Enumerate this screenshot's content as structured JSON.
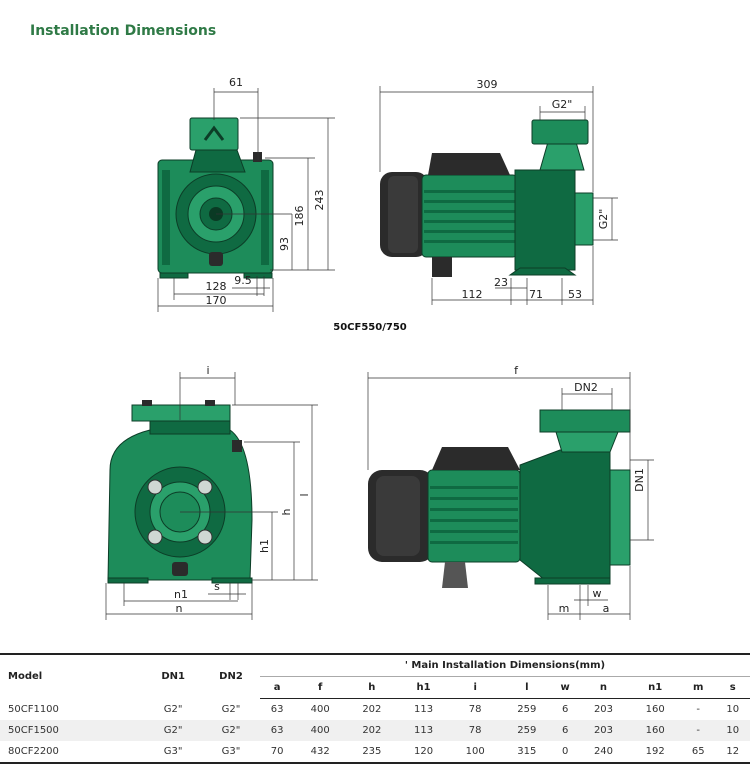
{
  "title": "Installation Dimensions",
  "caption_top": "50CF550/750",
  "dims_top": {
    "front_61": "61",
    "front_243": "243",
    "front_186": "186",
    "front_93": "93",
    "front_9_5": "9.5",
    "front_128": "128",
    "front_170": "170",
    "side_309": "309",
    "side_g2_top": "G2\"",
    "side_g2_right": "G2\"",
    "side_23": "23",
    "side_112": "112",
    "side_71": "71",
    "side_53": "53"
  },
  "dims_bottom": {
    "front_i": "i",
    "front_h": "h",
    "front_l": "l",
    "front_h1": "h1",
    "front_s": "s",
    "front_n1": "n1",
    "front_n": "n",
    "side_f": "f",
    "side_dn2": "DN2",
    "side_dn1": "DN1",
    "side_w": "w",
    "side_m": "m",
    "side_a": "a"
  },
  "table": {
    "col_model": "Model",
    "col_dn1": "DN1",
    "col_dn2": "DN2",
    "group_header": "' Main Installation Dimensions(mm)",
    "sub_headers": [
      "a",
      "f",
      "h",
      "h1",
      "i",
      "l",
      "w",
      "n",
      "n1",
      "m",
      "s"
    ],
    "rows": [
      {
        "model": "50CF1100",
        "dn1": "G2\"",
        "dn2": "G2\"",
        "vals": [
          "63",
          "400",
          "202",
          "113",
          "78",
          "259",
          "6",
          "203",
          "160",
          "-",
          "10"
        ]
      },
      {
        "model": "50CF1500",
        "dn1": "G2\"",
        "dn2": "G2\"",
        "vals": [
          "63",
          "400",
          "202",
          "113",
          "78",
          "259",
          "6",
          "203",
          "160",
          "-",
          "10"
        ]
      },
      {
        "model": "80CF2200",
        "dn1": "G3\"",
        "dn2": "G3\"",
        "vals": [
          "70",
          "432",
          "235",
          "120",
          "100",
          "315",
          "0",
          "240",
          "192",
          "65",
          "12"
        ]
      }
    ]
  }
}
